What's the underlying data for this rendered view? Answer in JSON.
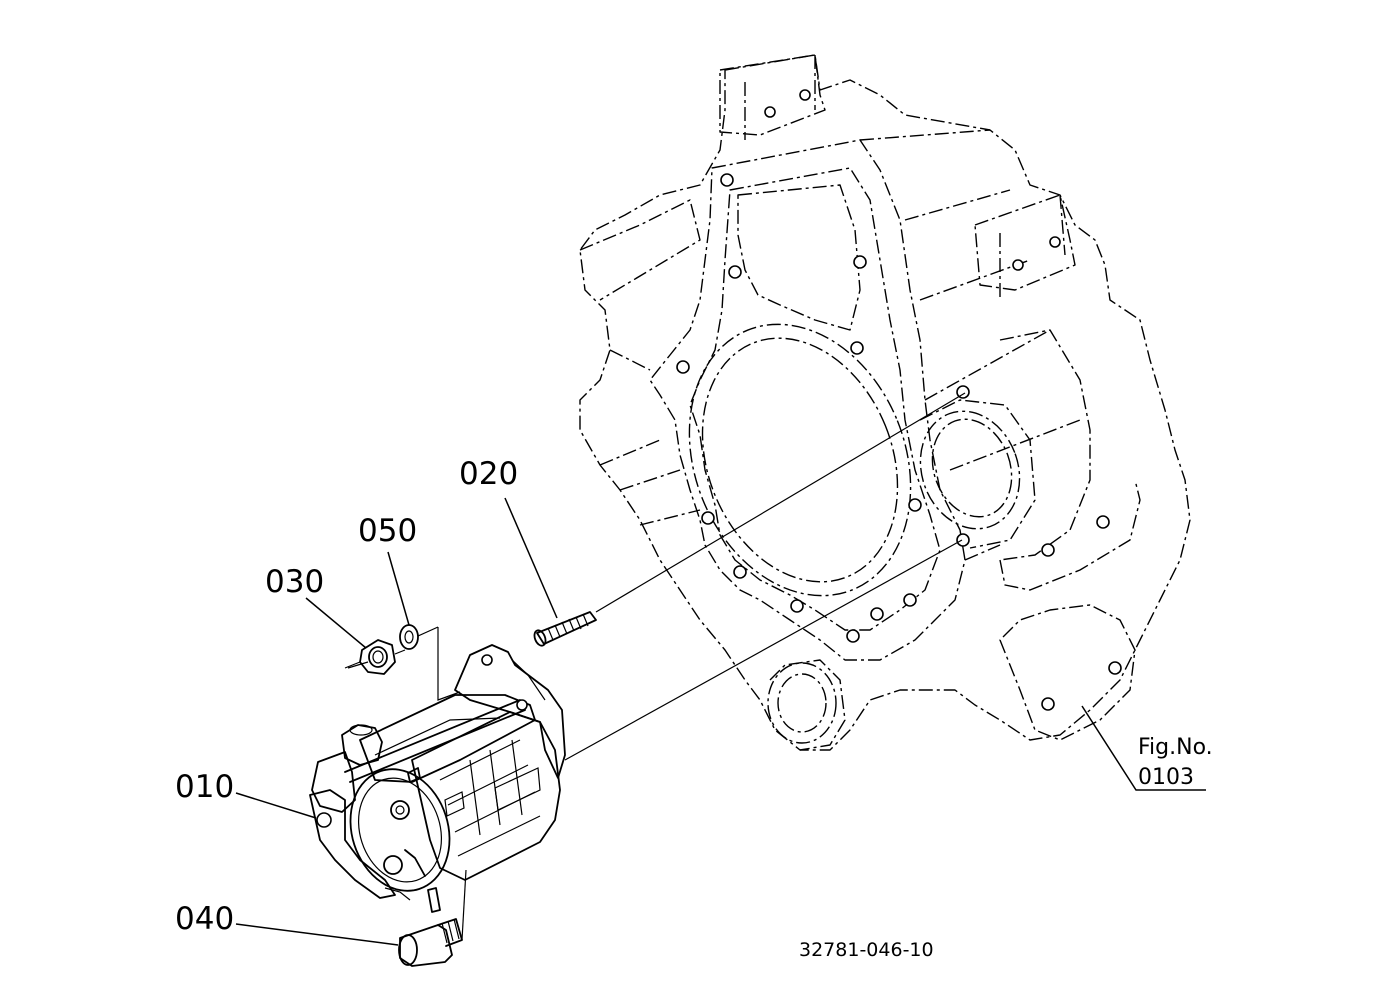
{
  "callouts": [
    {
      "id": "010",
      "label": "010"
    },
    {
      "id": "020",
      "label": "020"
    },
    {
      "id": "030",
      "label": "030"
    },
    {
      "id": "040",
      "label": "040"
    },
    {
      "id": "050",
      "label": "050"
    }
  ],
  "fig_ref": {
    "line1": "Fig.No.",
    "line2": "0103"
  },
  "drawing_number": "32781-046-10"
}
